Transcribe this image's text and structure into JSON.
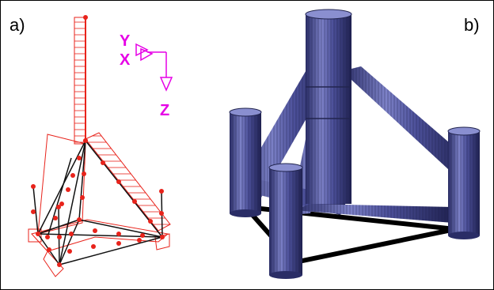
{
  "panels": {
    "a": {
      "label": "a)"
    },
    "b": {
      "label": "b)"
    }
  },
  "axes": {
    "labels": [
      "Y",
      "X",
      "Z"
    ],
    "color": "#e600e6"
  },
  "colors": {
    "mesh_red": "#e8231b",
    "frame_line": "#111111",
    "tube_fill": "#4b4f98",
    "tube_dark": "#22254f",
    "tube_light": "#8a8fd0",
    "brace": "#000000"
  }
}
